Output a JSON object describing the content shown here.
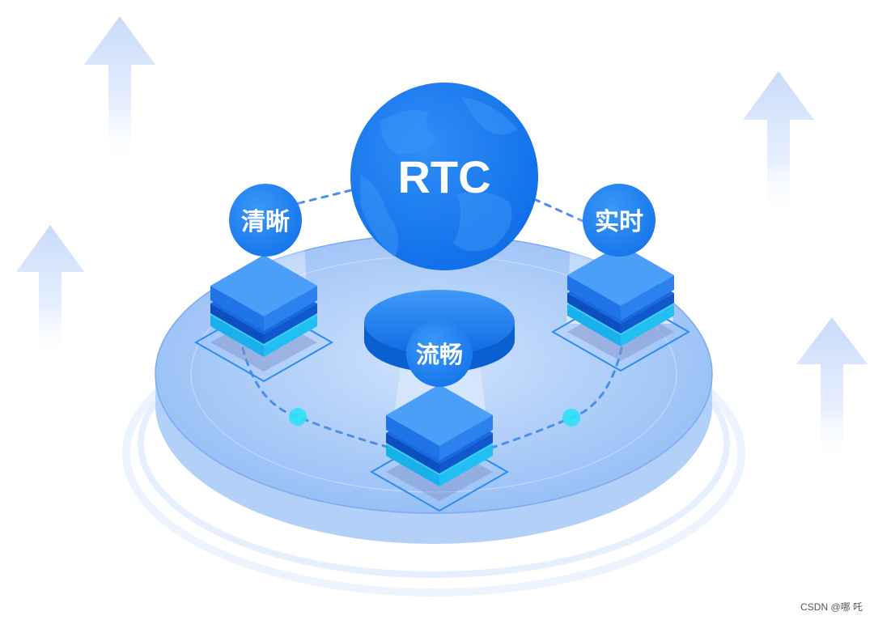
{
  "center": {
    "label": "RTC"
  },
  "nodes": {
    "left": {
      "label": "清晰"
    },
    "right": {
      "label": "实时"
    },
    "middle": {
      "label": "流畅"
    }
  },
  "watermark": "CSDN @哪 吒",
  "colors": {
    "primary": "#1a7cf0",
    "primary_dark": "#0b5fd6",
    "accent": "#29d6f5",
    "platform": "#9fc4f7",
    "arrow": "#d7e5fb"
  }
}
